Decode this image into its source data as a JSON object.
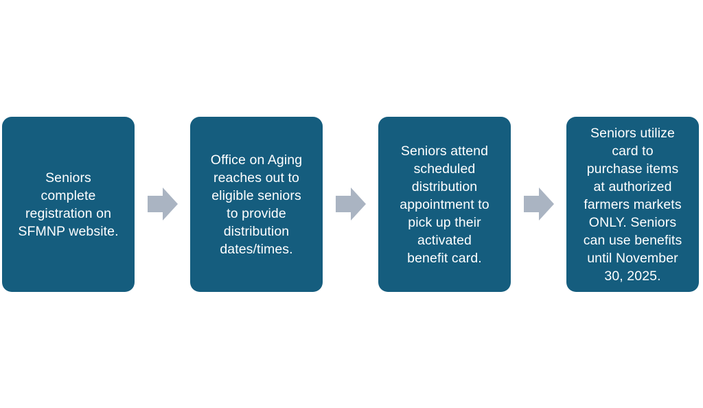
{
  "diagram": {
    "steps": [
      {
        "text": "Seniors\ncomplete\nregistration on\nSFMNP website."
      },
      {
        "text": "Office on Aging\nreaches out to\neligible seniors\nto provide\ndistribution\ndates/times."
      },
      {
        "text": "Seniors attend\nscheduled\ndistribution\nappointment to\npick up their\nactivated\nbenefit card."
      },
      {
        "text": "Seniors utilize\ncard to\npurchase items\nat authorized\nfarmers markets\nONLY. Seniors\ncan use benefits\nuntil November\n30, 2025."
      }
    ],
    "colors": {
      "box": "#155d7e",
      "text": "#ffffff",
      "arrow": "#aab4c2"
    },
    "arrow_icon": "right-block-arrow-icon"
  }
}
